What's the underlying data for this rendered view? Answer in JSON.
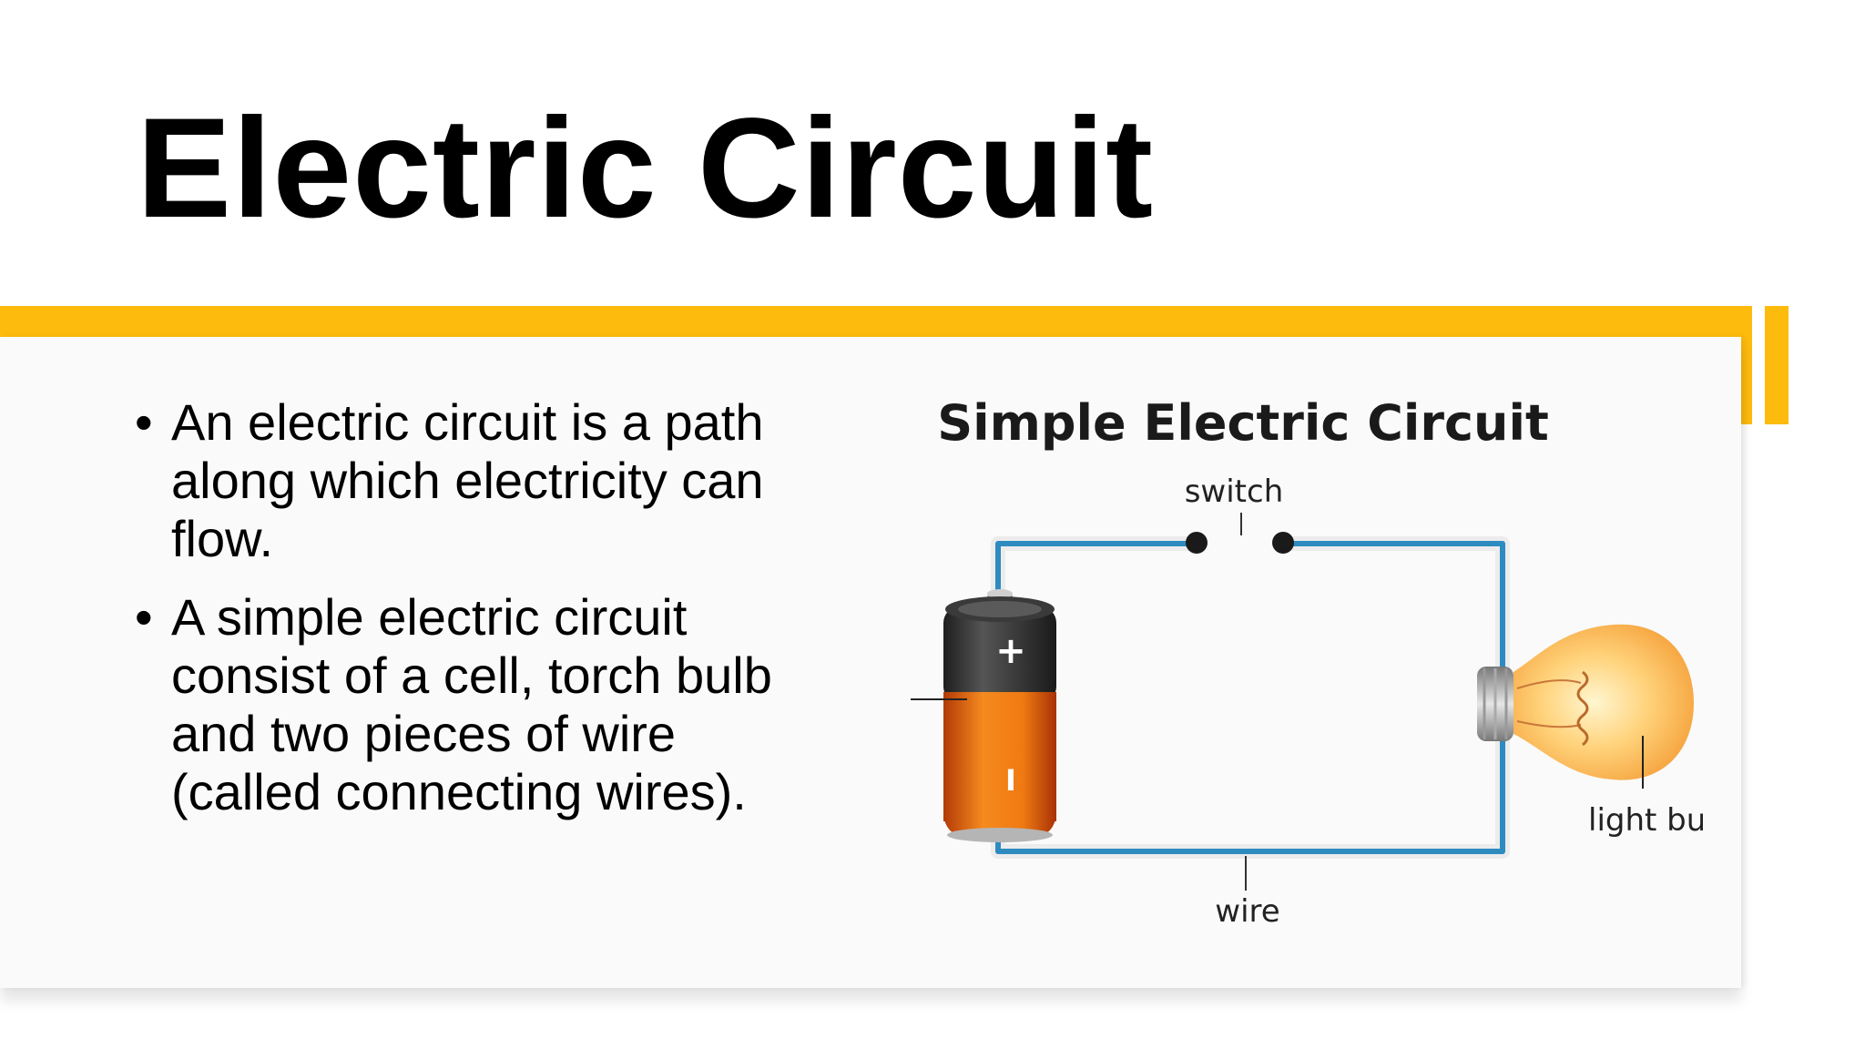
{
  "slide": {
    "title": "Electric Circuit",
    "bullets": [
      "An electric circuit is a path along which electricity can flow.",
      "A simple electric circuit consist of a cell, torch bulb and two pieces of wire (called connecting wires)."
    ],
    "bullet_marker": "•"
  },
  "diagram": {
    "title": "Simple Electric Circuit",
    "labels": {
      "switch": "switch",
      "wire": "wire",
      "bulb": "light bu",
      "battery_plus": "+",
      "battery_minus": "I"
    }
  },
  "colors": {
    "accent": "#FDBB0E",
    "wire": "#2E8BC0"
  }
}
